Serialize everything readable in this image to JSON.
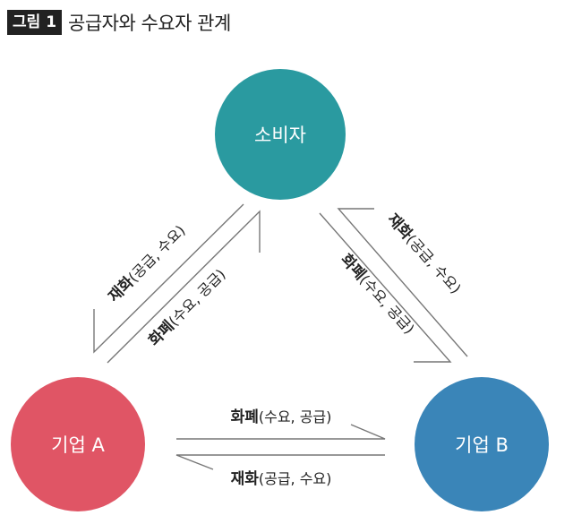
{
  "figure": {
    "badge": "그림 1",
    "title": "공급자와 수요자 관계"
  },
  "nodes": {
    "consumer": {
      "label": "소비자",
      "color": "#2a9aa0"
    },
    "company_a": {
      "label": "기업 A",
      "color": "#e05565"
    },
    "company_b": {
      "label": "기업 B",
      "color": "#3a85b8"
    }
  },
  "edges": {
    "left_outer": {
      "bold": "재화",
      "rest": "(공급, 수요)"
    },
    "left_inner": {
      "bold": "화폐",
      "rest": "(수요, 공급)"
    },
    "right_outer": {
      "bold": "재화",
      "rest": "(공급, 수요)"
    },
    "right_inner": {
      "bold": "화폐",
      "rest": "(수요, 공급)"
    },
    "bottom_top": {
      "bold": "화폐",
      "rest": "(수요, 공급)"
    },
    "bottom_bottom": {
      "bold": "재화",
      "rest": "(공급, 수요)"
    }
  }
}
